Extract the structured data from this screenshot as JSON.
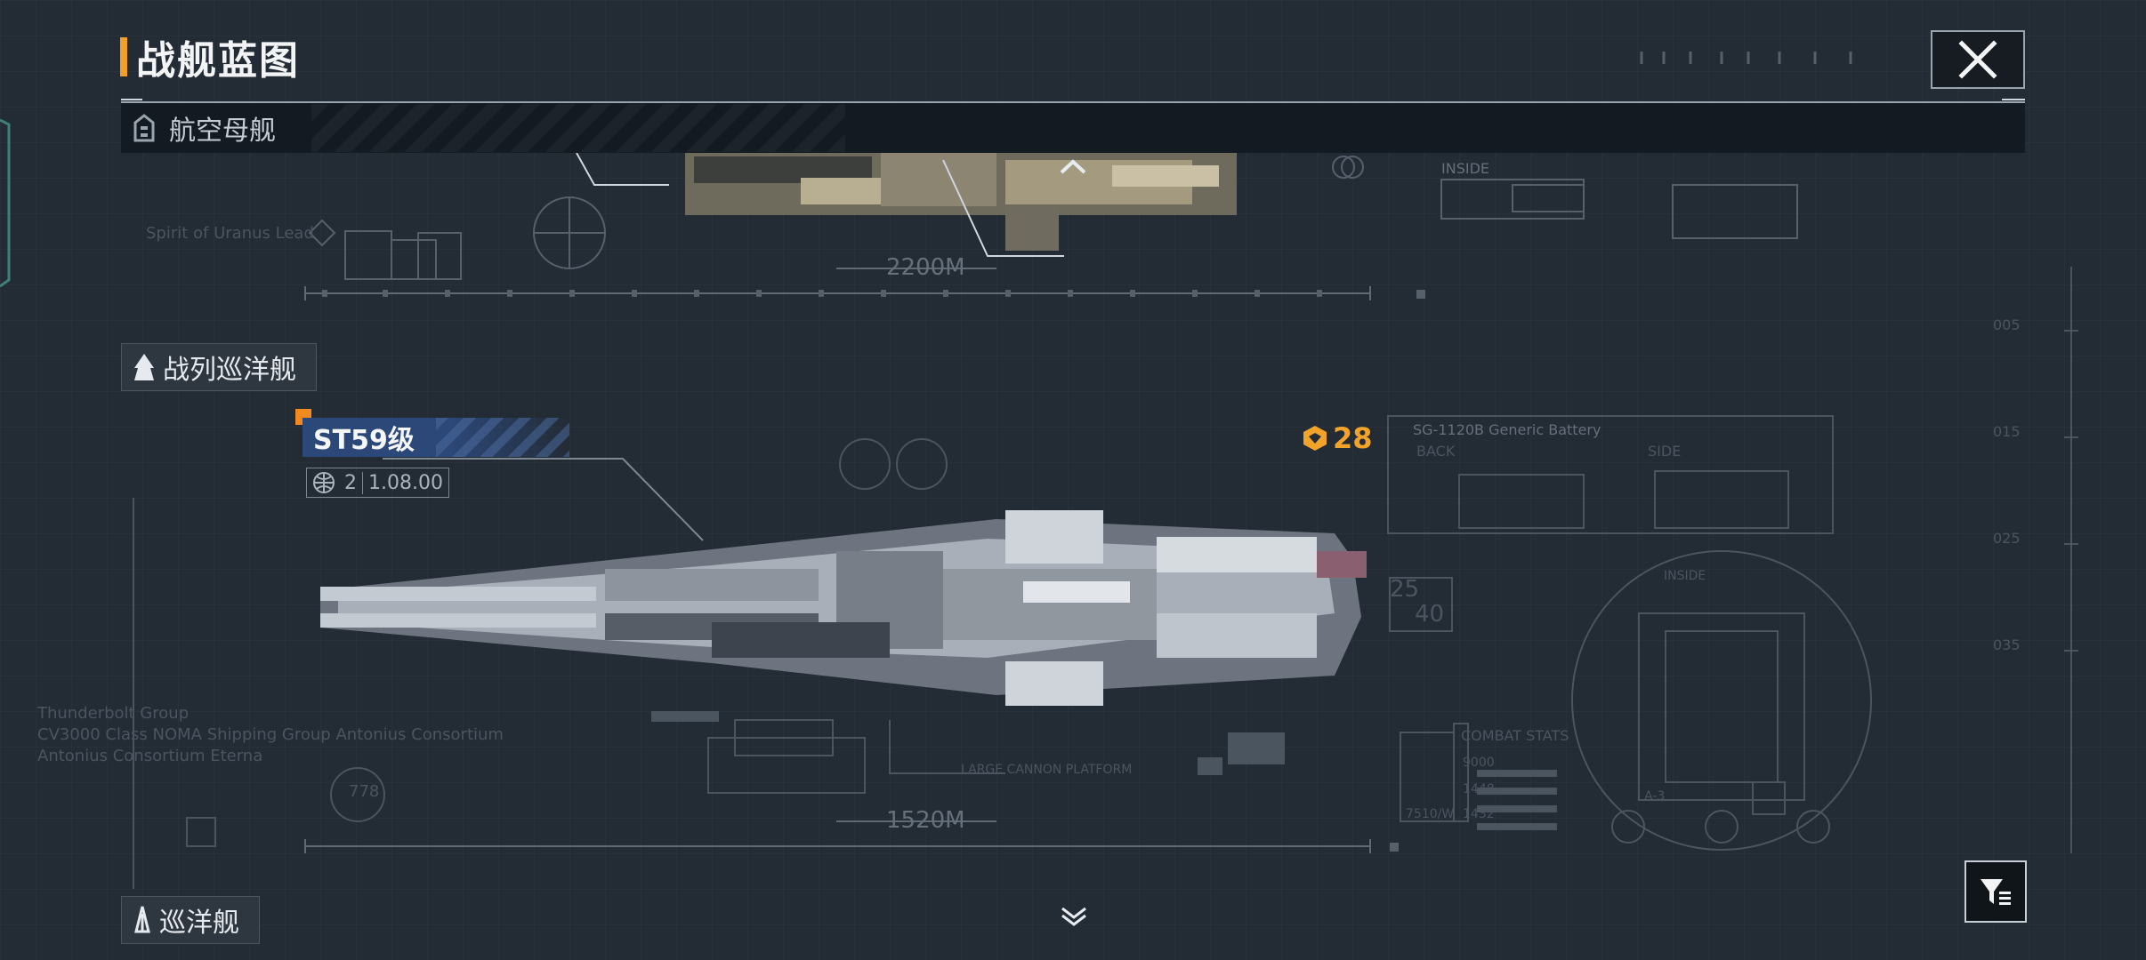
{
  "header": {
    "title": "战舰蓝图"
  },
  "categories": {
    "top_bar_label": "航空母舰",
    "battlecruiser_label": "战列巡洋舰",
    "cruiser_label": "巡洋舰"
  },
  "ship": {
    "name": "ST59级",
    "tag_count": "2",
    "version_main": "1.08",
    "version_sub": ".00",
    "power": "28"
  },
  "blueprint_labels": {
    "carrier_length": "2200M",
    "cruiser_length": "1520M",
    "inside_top": "INSIDE",
    "battery": "SG-1120B Generic Battery",
    "back": "BACK",
    "side": "SIDE",
    "combat_stats": "COMBAT STATS",
    "cannon_platform": "LARGE CANNON PLATFORM",
    "thunderbolt": "Thunderbolt Group",
    "cv_line": "CV3000 Class NOMA Shipping Group Antonius Consortium",
    "antonius": "Antonius Consortium Eterna",
    "scale_25": "25",
    "scale_40": "40",
    "stat_1": "9000",
    "stat_2": "1448",
    "stat_3": "1432",
    "side_005": "005",
    "side_015": "015",
    "side_025": "025",
    "side_035": "035",
    "dial_value": "778",
    "inside_circle": "INSIDE",
    "a3": "A-3",
    "speed_tag": "7510/W",
    "spirit": "Spirit of Uranus Lead"
  },
  "icons": {
    "close": "close-icon",
    "carrier": "carrier-icon",
    "battlecruiser": "battlecruiser-icon",
    "cruiser": "cruiser-icon",
    "power": "power-emblem-icon",
    "globe": "globe-icon",
    "filter": "filter-icon",
    "scroll_up": "chevron-up-icon",
    "scroll_down": "chevron-down-icon"
  },
  "colors": {
    "accent_orange": "#f0a026",
    "power_gold": "#f2a42a",
    "name_blue": "#2c4878",
    "background": "#232b35"
  }
}
